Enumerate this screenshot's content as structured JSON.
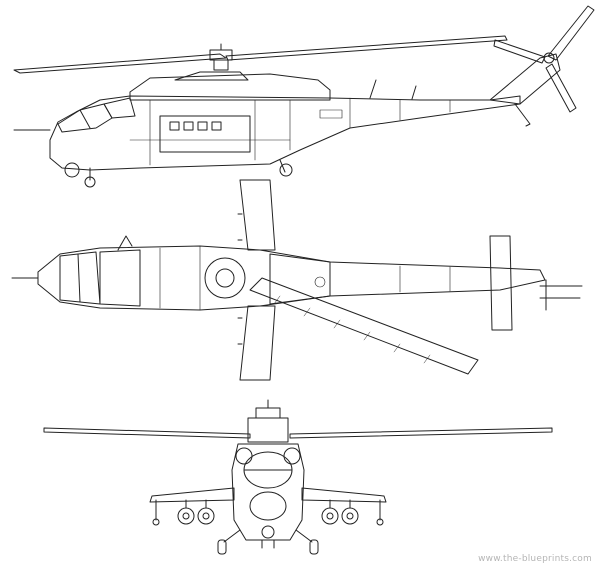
{
  "drawing": {
    "views": [
      {
        "id": "side",
        "name": "side-view"
      },
      {
        "id": "top",
        "name": "top-view"
      },
      {
        "id": "front",
        "name": "front-view"
      }
    ],
    "line_color": "#222222",
    "background": "#ffffff"
  },
  "watermark": {
    "text": "www.the-blueprints.com",
    "color": "#b5b5b5"
  }
}
